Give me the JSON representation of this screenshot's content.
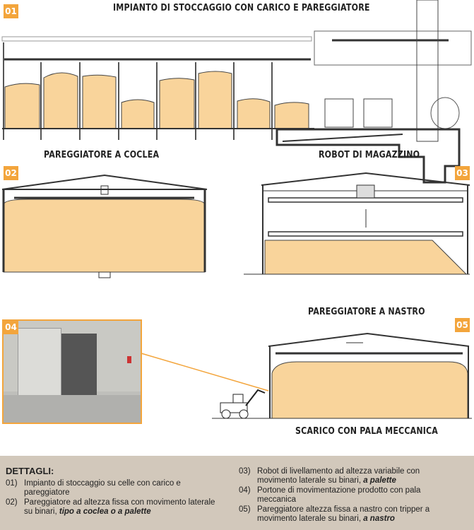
{
  "sections": [
    {
      "badge": "01",
      "title": "IMPIANTO DI STOCCAGGIO CON CARICO E PAREGGIATORE"
    },
    {
      "badge": "02",
      "title": "PAREGGIATORE A COCLEA"
    },
    {
      "badge": "03",
      "title": "ROBOT DI MAGAZZINO"
    },
    {
      "badge": "04",
      "title": ""
    },
    {
      "badge": "05",
      "title": "PAREGGIATORE A NASTRO"
    }
  ],
  "loader_caption": "SCARICO CON PALA MECCANICA",
  "details": {
    "heading": "DETTAGLI:",
    "items": [
      {
        "num": "01)",
        "text": "Impianto di stoccaggio su celle con carico e pareggiatore",
        "emphasis": ""
      },
      {
        "num": "02)",
        "text": "Pareggiatore ad altezza fissa con movimento laterale su binari, ",
        "emphasis": "tipo a coclea o a palette"
      },
      {
        "num": "03)",
        "text": "Robot di livellamento ad altezza variabile con movimento laterale su binari, ",
        "emphasis": "a palette"
      },
      {
        "num": "04)",
        "text": "Portone di movimentazione prodotto con pala meccanica",
        "emphasis": ""
      },
      {
        "num": "05)",
        "text": "Pareggiatore altezza fissa a nastro con tripper a movimento laterale su binari, ",
        "emphasis": "a nastro"
      }
    ]
  },
  "colors": {
    "accent": "#f3a53c",
    "product": "#f9d49b",
    "panel": "#d2c8bb"
  }
}
